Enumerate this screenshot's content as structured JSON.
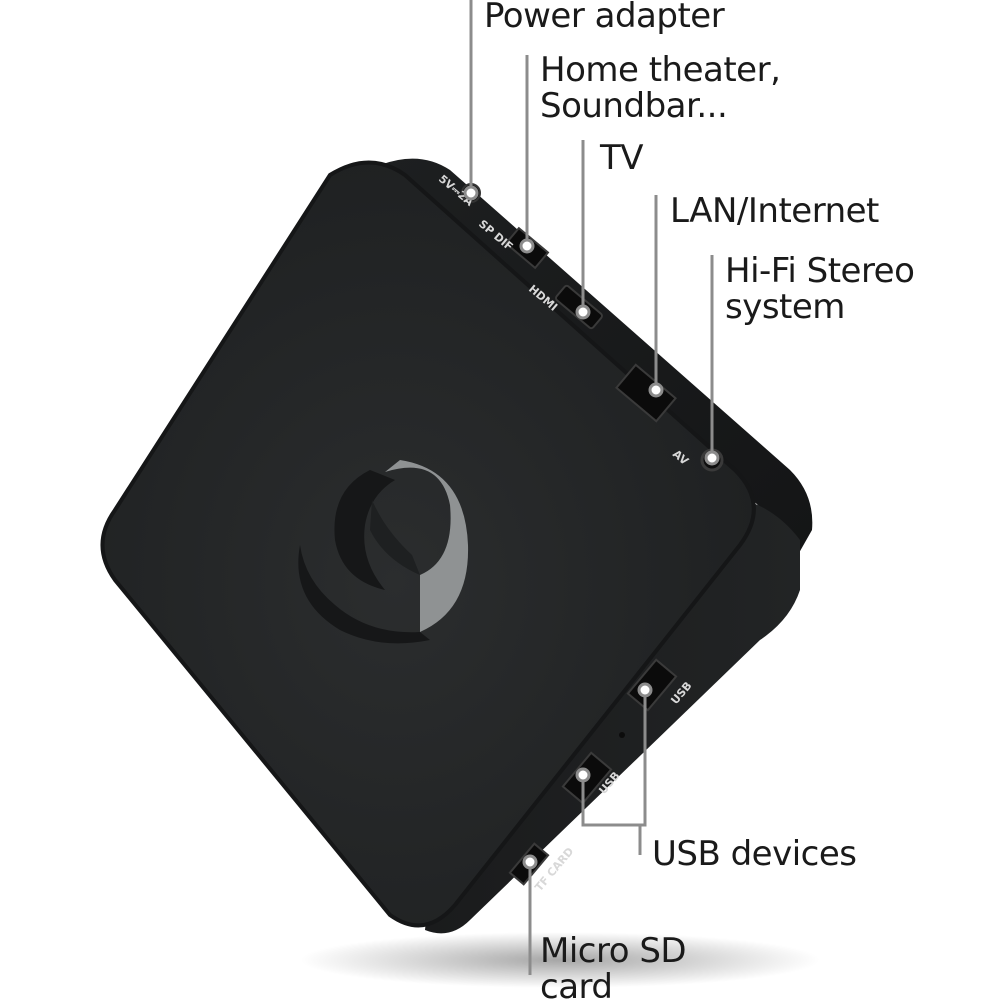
{
  "labels": {
    "power": {
      "line1": "Power adapter"
    },
    "home_theater": {
      "line1": "Home theater,",
      "line2": "Soundbar..."
    },
    "tv": {
      "line1": "TV"
    },
    "lan": {
      "line1": "LAN/Internet"
    },
    "hifi": {
      "line1": "Hi-Fi Stereo",
      "line2": "system"
    },
    "usb": {
      "line1": "USB devices"
    },
    "microsd": {
      "line1": "Micro SD",
      "line2": "card"
    }
  },
  "device_markings": {
    "dc": "5V⎓2A",
    "spdif": "SP DIF",
    "hdmi": "HDMI",
    "av": "AV",
    "usb_top": "USB",
    "usb_bottom": "USB",
    "tf_card": "TF CARD"
  },
  "colors": {
    "device_body": "#222425",
    "device_edge": "#151617",
    "leader_line": "#8c8c8c",
    "logo_light": "#8f9293"
  }
}
